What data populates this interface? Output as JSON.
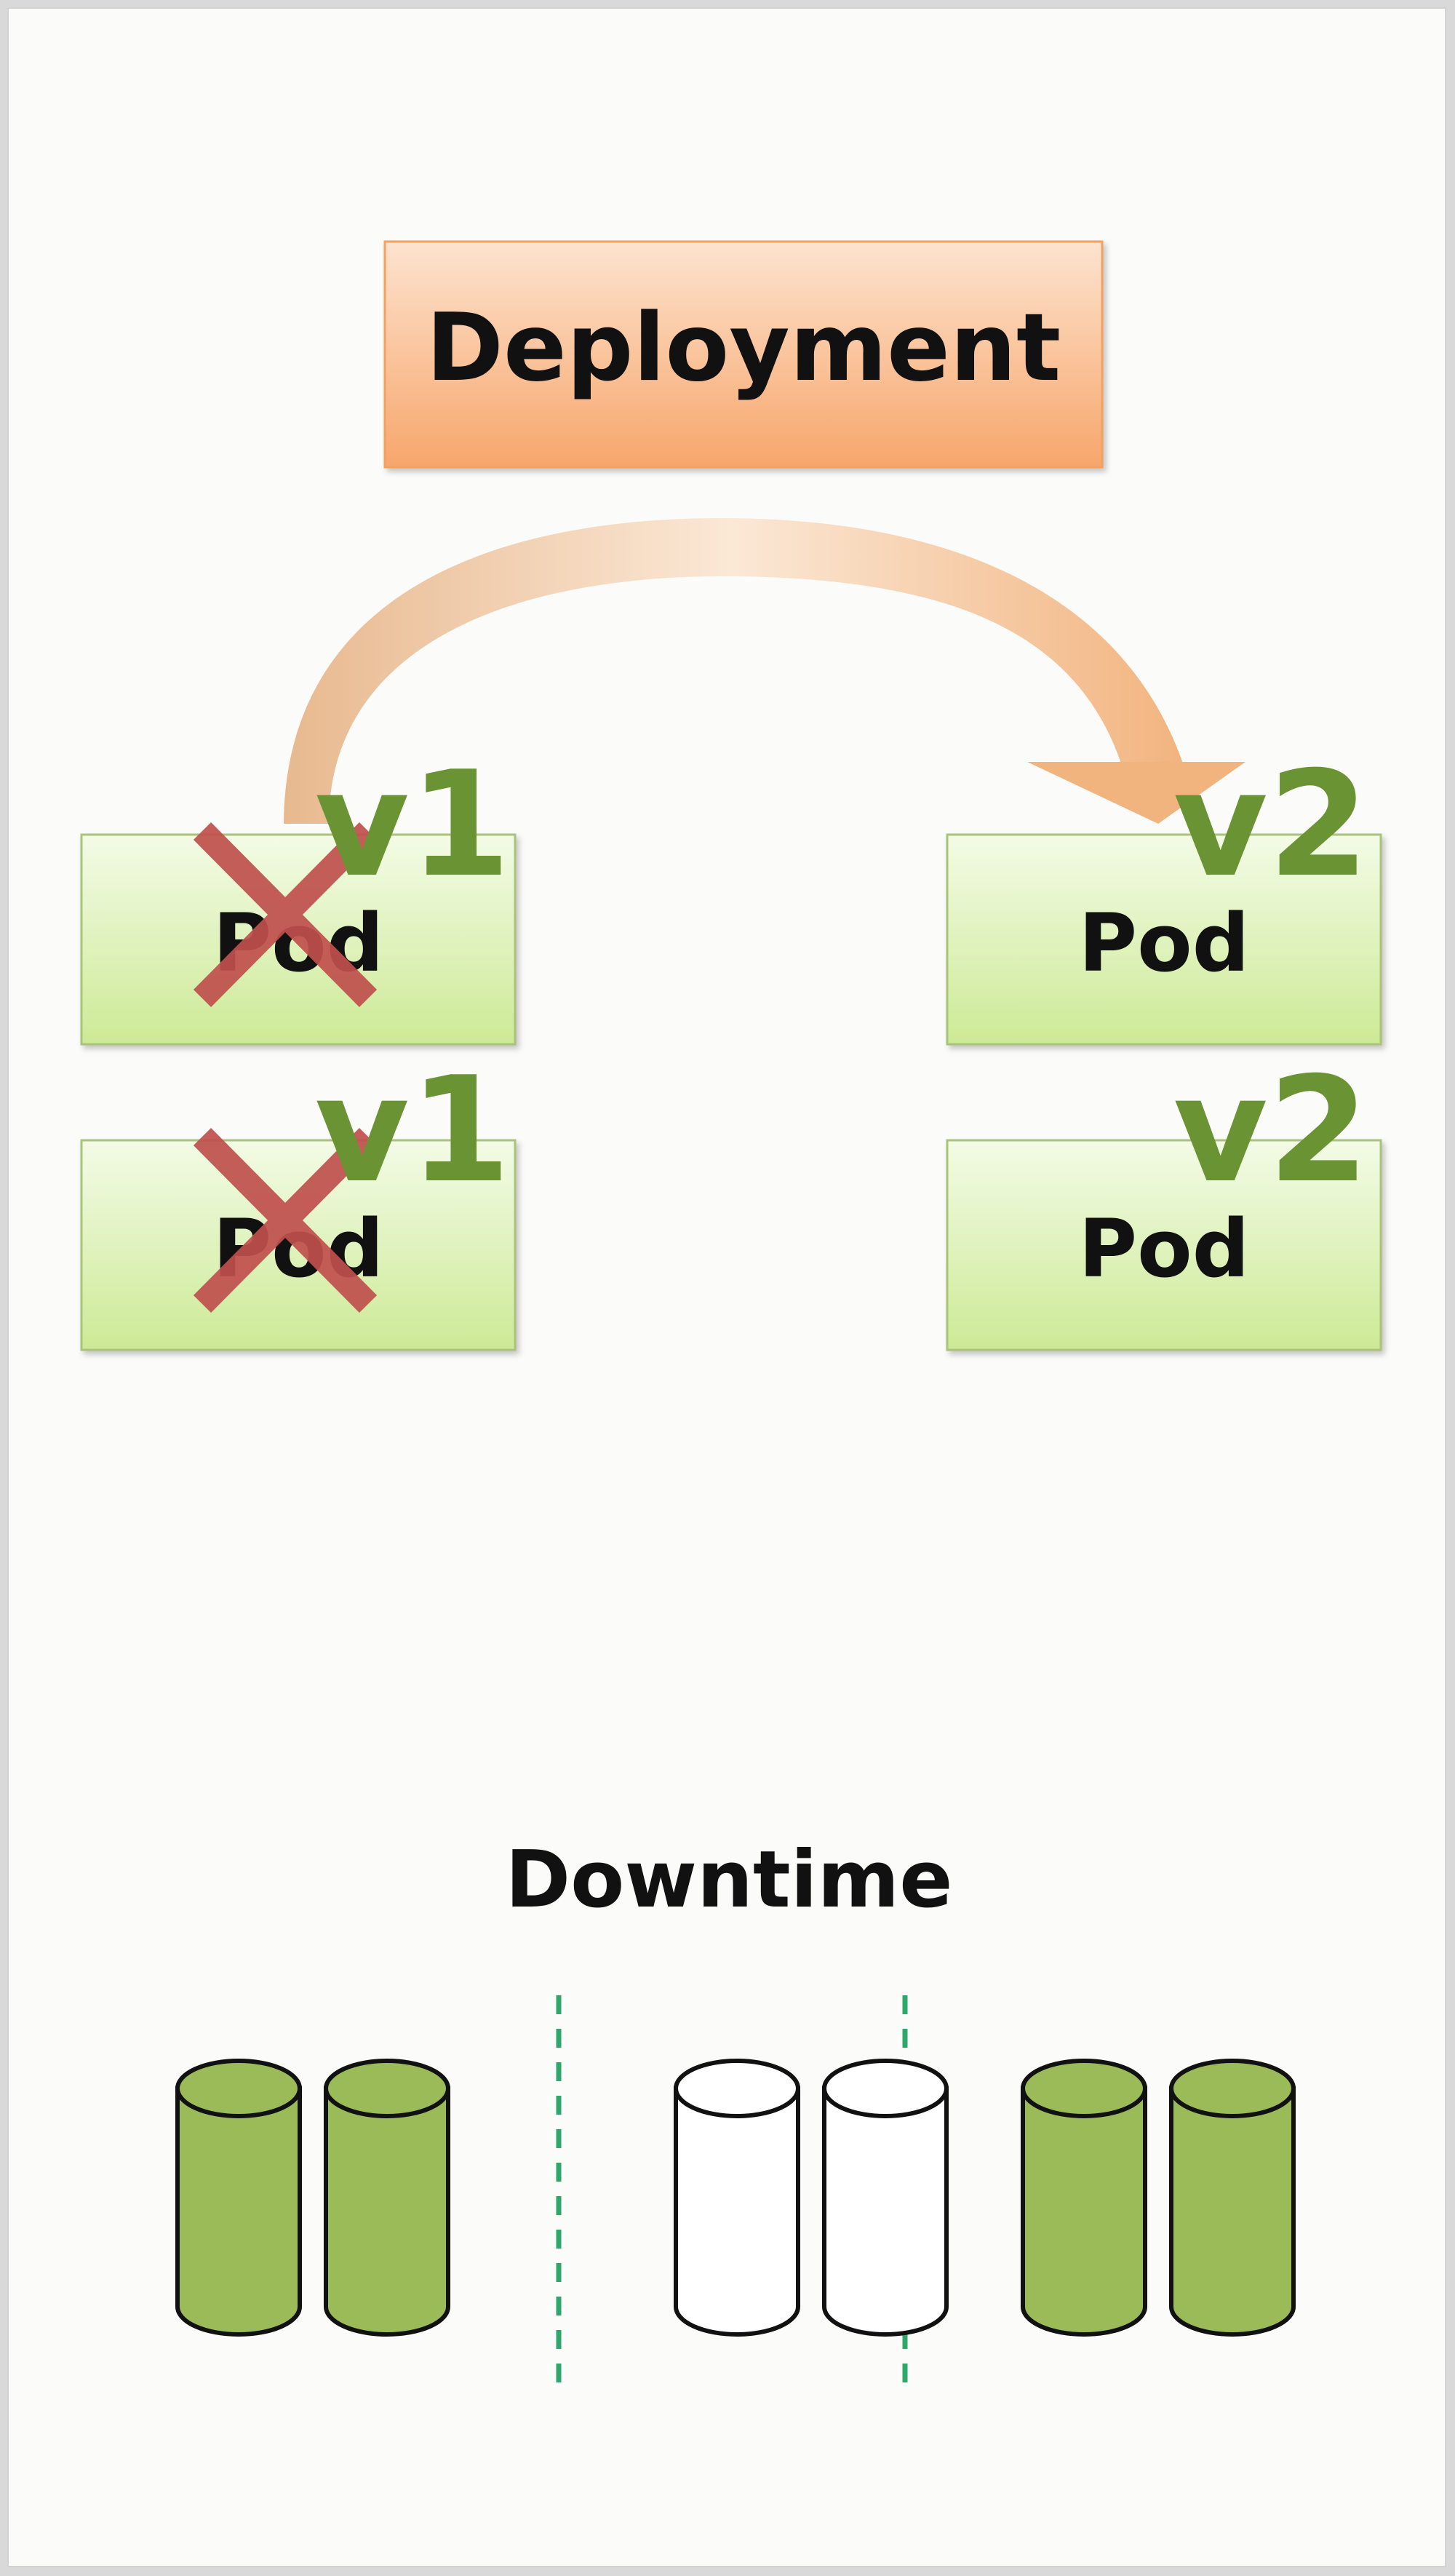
{
  "deployment": {
    "label": "Deployment"
  },
  "pods": {
    "old": [
      {
        "label": "Pod",
        "version": "v1",
        "terminated": true
      },
      {
        "label": "Pod",
        "version": "v1",
        "terminated": true
      }
    ],
    "new": [
      {
        "label": "Pod",
        "version": "v2"
      },
      {
        "label": "Pod",
        "version": "v2"
      }
    ]
  },
  "timeline": {
    "label": "Downtime",
    "phases": [
      "running",
      "down",
      "running"
    ]
  },
  "colors": {
    "deployment_fill_top": "#fde3cf",
    "deployment_fill_bottom": "#f7a66b",
    "pod_fill_top": "#f3fbe6",
    "pod_fill_bottom": "#cdea96",
    "version_text": "#6a9434",
    "cross": "#c0504d",
    "arrow": "#efbf95",
    "cylinder_active": "#9bbb59",
    "divider": "#2ea86a"
  }
}
